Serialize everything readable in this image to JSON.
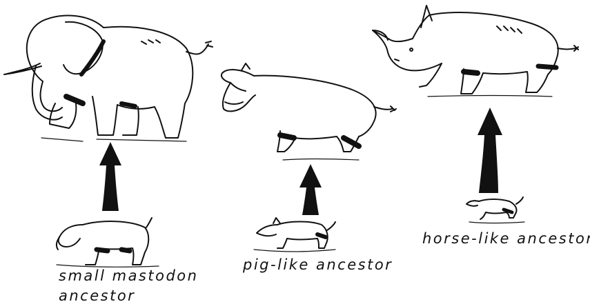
{
  "labels": {
    "mastodon_line1": "small mastodon",
    "mastodon_line2": "ancestor",
    "pig": "pig-like ancestor",
    "horse": "horse-like ancestor"
  },
  "colors": {
    "ink": "#111111",
    "background": "#ffffff"
  },
  "icons": [
    "elephant-drawing",
    "hippopotamus-drawing",
    "rhinoceros-drawing",
    "small-mastodon-drawing",
    "pig-like-ancestor-drawing",
    "horse-like-ancestor-drawing",
    "evolution-arrow"
  ]
}
